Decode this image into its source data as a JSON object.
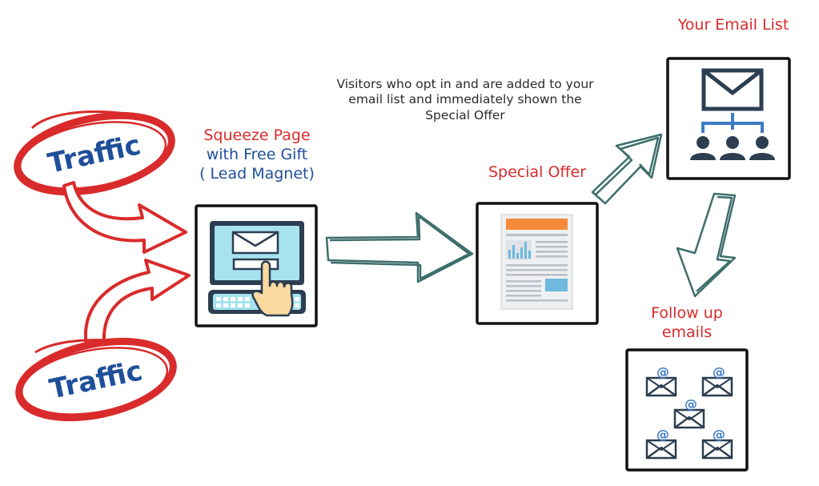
{
  "colors": {
    "red": "#d92b2b",
    "blue": "#1f4f9a",
    "dark_text": "#2a2a2a",
    "arrow_teal": "#3d6e6c",
    "screen_cyan": "#a6e3ef",
    "orange": "#f58a3c"
  },
  "traffic": {
    "top_label": "Traffic",
    "bottom_label": "Traffic"
  },
  "squeeze": {
    "title_line1": "Squeeze Page",
    "title_line2": "with Free Gift",
    "title_line3": "( Lead Magnet)",
    "icon": "computer-email-click-icon"
  },
  "note": {
    "line1": "Visitors who opt in and are added to your",
    "line2": "email list and immediately shown the",
    "line3": "Special Offer"
  },
  "offer": {
    "title": "Special Offer",
    "icon": "offer-document-icon"
  },
  "list": {
    "title": "Your Email List",
    "icon": "email-list-network-icon"
  },
  "followup": {
    "title_line1": "Follow up",
    "title_line2": "emails",
    "icon": "email-envelopes-icon"
  }
}
